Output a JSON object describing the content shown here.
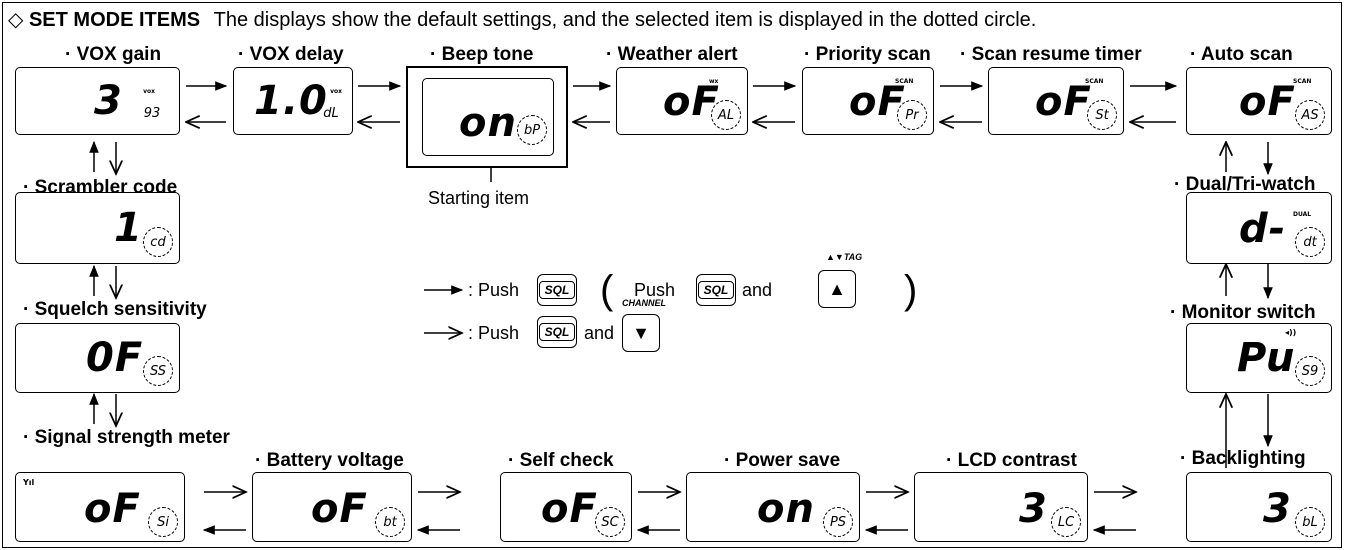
{
  "header": {
    "symbol": "◇",
    "title": "SET MODE ITEMS",
    "description": "The displays show the default settings, and the selected item is displayed in the dotted circle."
  },
  "items": {
    "vox_gain": {
      "label": "· VOX gain",
      "main": "3",
      "sub": "93",
      "tag": "vox",
      "circled": false
    },
    "vox_delay": {
      "label": "· VOX delay",
      "main": "1.0",
      "sub": "dL",
      "tag": "vox",
      "circled": false
    },
    "beep_tone": {
      "label": "· Beep tone",
      "main": "on",
      "sub": "bP",
      "tag": "",
      "circled": true
    },
    "weather_alert": {
      "label": "· Weather alert",
      "main": "oF",
      "sub": "AL",
      "tag": "wx",
      "circled": true
    },
    "priority_scan": {
      "label": "· Priority scan",
      "main": "oF",
      "sub": "Pr",
      "tag": "SCAN",
      "circled": true
    },
    "scan_resume": {
      "label": "· Scan resume timer",
      "main": "oF",
      "sub": "St",
      "tag": "SCAN",
      "circled": true
    },
    "auto_scan": {
      "label": "· Auto scan",
      "main": "oF",
      "sub": "AS",
      "tag": "SCAN",
      "circled": true
    },
    "scrambler_code": {
      "label": "· Scrambler code",
      "main": "1",
      "sub": "cd",
      "tag": "",
      "circled": true
    },
    "dual_tri_watch": {
      "label": "· Dual/Tri-watch",
      "main": "d-",
      "sub": "dt",
      "tag": "DUAL",
      "circled": true
    },
    "squelch": {
      "label": "· Squelch sensitivity",
      "main": "0F",
      "sub": "SS",
      "tag": "",
      "circled": true
    },
    "monitor_switch": {
      "label": "· Monitor switch",
      "main": "Pu",
      "sub": "S9",
      "tag": "◂))",
      "circled": true
    },
    "signal_strength": {
      "label": "· Signal strength meter",
      "main": "oF",
      "sub": "Si",
      "tag": "Yıl",
      "circled": true
    },
    "battery_voltage": {
      "label": "· Battery voltage",
      "main": "oF",
      "sub": "bt",
      "tag": "",
      "circled": true
    },
    "self_check": {
      "label": "· Self check",
      "main": "oF",
      "sub": "SC",
      "tag": "",
      "circled": true
    },
    "power_save": {
      "label": "· Power save",
      "main": "on",
      "sub": "PS",
      "tag": "",
      "circled": true
    },
    "lcd_contrast": {
      "label": "· LCD contrast",
      "main": "3",
      "sub": "LC",
      "tag": "",
      "circled": true
    },
    "backlighting": {
      "label": "· Backlighting",
      "main": "3",
      "sub": "bL",
      "tag": "",
      "circled": true
    }
  },
  "starting_item": "Starting item",
  "legend": {
    "push": ": Push",
    "and": "and",
    "sql": "SQL",
    "up_arrow": "▲",
    "down_arrow": "▼",
    "tag_label": "TAG",
    "channel_label": "CHANNEL",
    "open_paren": "(",
    "close_paren": ")",
    "inner_push": "Push"
  }
}
